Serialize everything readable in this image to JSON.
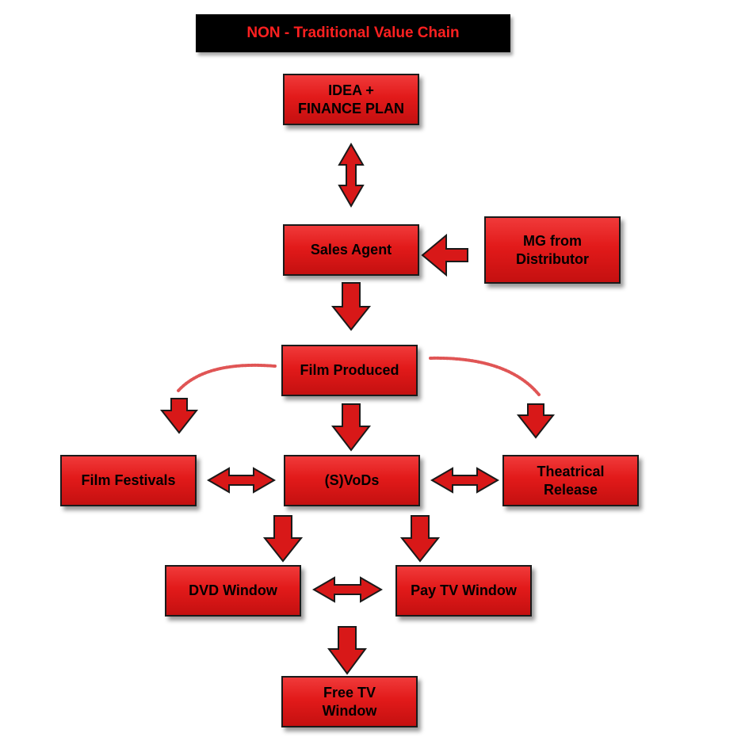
{
  "title": "NON - Traditional Value Chain",
  "nodes": {
    "idea": "IDEA +\nFINANCE PLAN",
    "sales_agent": "Sales Agent",
    "mg": "MG from\nDistributor",
    "film_produced": "Film Produced",
    "festivals": "Film Festivals",
    "svods": "(S)VoDs",
    "theatrical": "Theatrical\nRelease",
    "dvd": "DVD Window",
    "pay_tv": "Pay TV Window",
    "free_tv": "Free TV\nWindow"
  },
  "colors": {
    "node_fill": "#e21a1a",
    "node_border": "#1a1a1a",
    "title_bg": "#000000",
    "title_text": "#ff2020",
    "arrow_fill": "#d81818"
  }
}
